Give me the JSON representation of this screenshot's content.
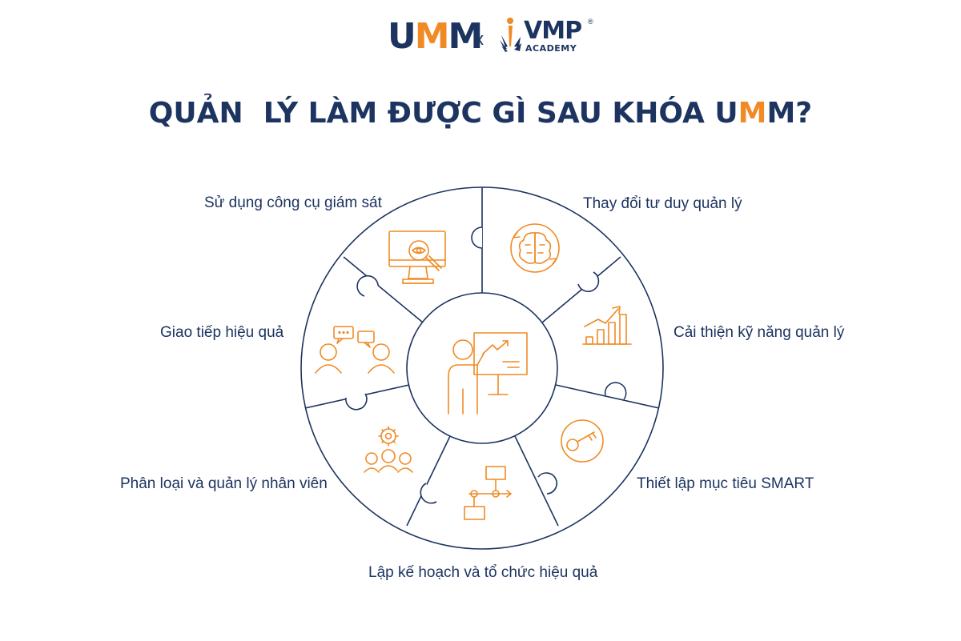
{
  "header": {
    "umm_logo_prefix": "U",
    "umm_logo_highlight": "M",
    "umm_logo_suffix": "M",
    "separator": "x",
    "vmp_logo_main": "VMP",
    "vmp_logo_registered": "®",
    "vmp_logo_sub": "ACADEMY"
  },
  "title": {
    "prefix": "QUẢN  LÝ LÀM ĐƯỢC GÌ SAU KHÓA U",
    "highlight": "M",
    "suffix": "M?"
  },
  "segments": [
    {
      "label": "Sử dụng công cụ giám sát",
      "icon": "monitor-search-icon"
    },
    {
      "label": "Thay đổi tư duy quản lý",
      "icon": "brain-cycle-icon"
    },
    {
      "label": "Cải thiện kỹ năng quản lý",
      "icon": "growth-chart-icon"
    },
    {
      "label": "Thiết lập mục tiêu SMART",
      "icon": "key-icon"
    },
    {
      "label": "Lập kế hoạch và tổ chức hiệu quả",
      "icon": "flowchart-icon"
    },
    {
      "label": "Phân loại và quản lý nhân viên",
      "icon": "team-gear-icon"
    },
    {
      "label": "Giao tiếp hiệu quả",
      "icon": "conversation-icon"
    }
  ],
  "center": {
    "icon": "presenter-icon"
  },
  "colors": {
    "navy": "#1d3461",
    "orange": "#f08a24",
    "background": "#ffffff"
  }
}
